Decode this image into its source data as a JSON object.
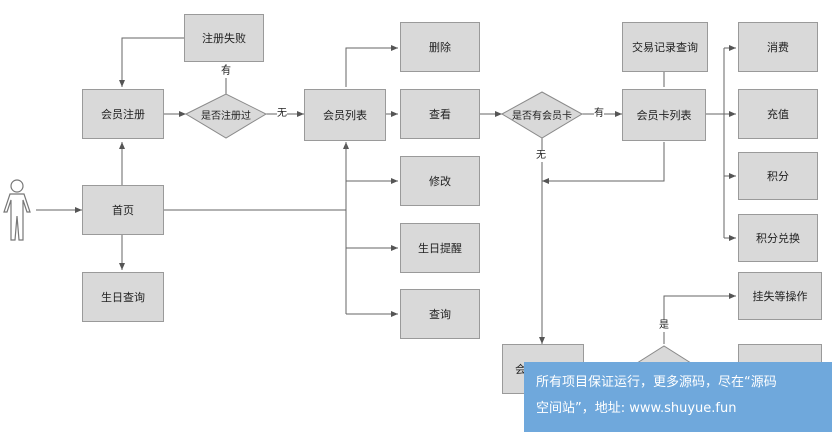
{
  "nodes": {
    "register_fail": "注册失败",
    "member_register": "会员注册",
    "register_check": "是否注册过",
    "home": "首页",
    "birthday_query": "生日查询",
    "member_list": "会员列表",
    "delete": "删除",
    "view": "查看",
    "modify": "修改",
    "birthday_reminder": "生日提醒",
    "query": "查询",
    "card_check": "是否有会员卡",
    "card_list": "会员卡列表",
    "transaction_query": "交易记录查询",
    "consume": "消费",
    "recharge": "充值",
    "points": "积分",
    "points_exchange": "积分兑换",
    "loss_report": "挂失等操作",
    "partial_bottom_left": "会",
    "partial_bottom_right": ""
  },
  "edge_labels": {
    "has_above": "有",
    "none_right": "无",
    "has_right": "有",
    "none_below": "无",
    "yes_below": "是"
  },
  "overlay": {
    "line1": "所有项目保证运行，更多源码，尽在“源码",
    "line2": "空间站”，地址: www.shuyue.fun"
  }
}
